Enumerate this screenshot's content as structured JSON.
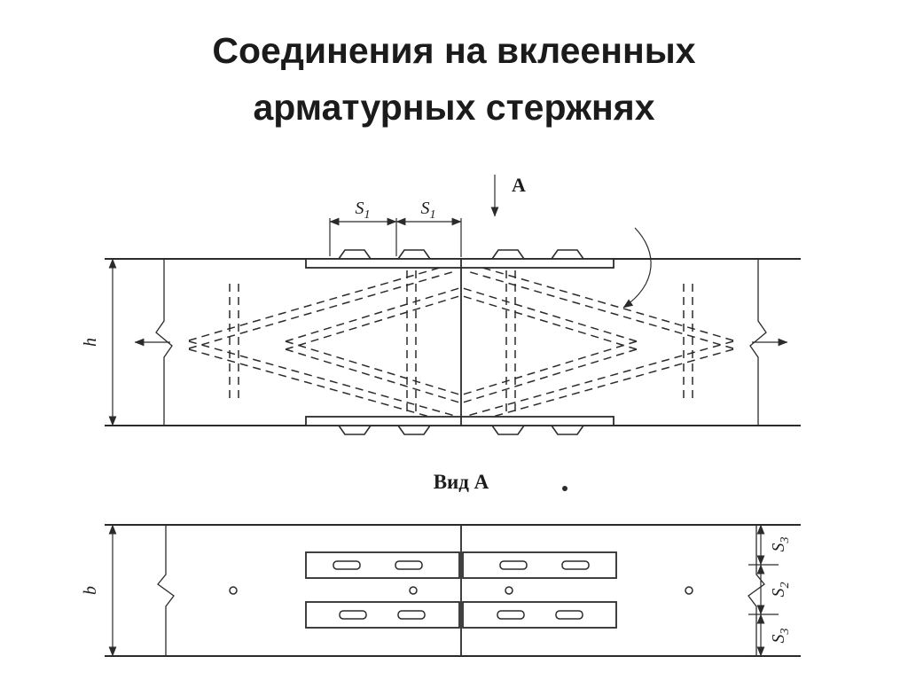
{
  "title": {
    "line1": "Соединения на вклеенных",
    "line2": "арматурных стержнях"
  },
  "colors": {
    "ink": "#2b2b2b",
    "background": "#ffffff"
  },
  "top_view": {
    "view_arrow_label": "А",
    "height_label": "h",
    "bar_spacing": {
      "main": "S",
      "sub": "1"
    }
  },
  "bottom_view": {
    "caption": "Вид А",
    "width_label": "b",
    "edge_spacing": {
      "main": "S",
      "sub": "3"
    },
    "middle_spacing": {
      "main": "S",
      "sub": "2"
    }
  }
}
